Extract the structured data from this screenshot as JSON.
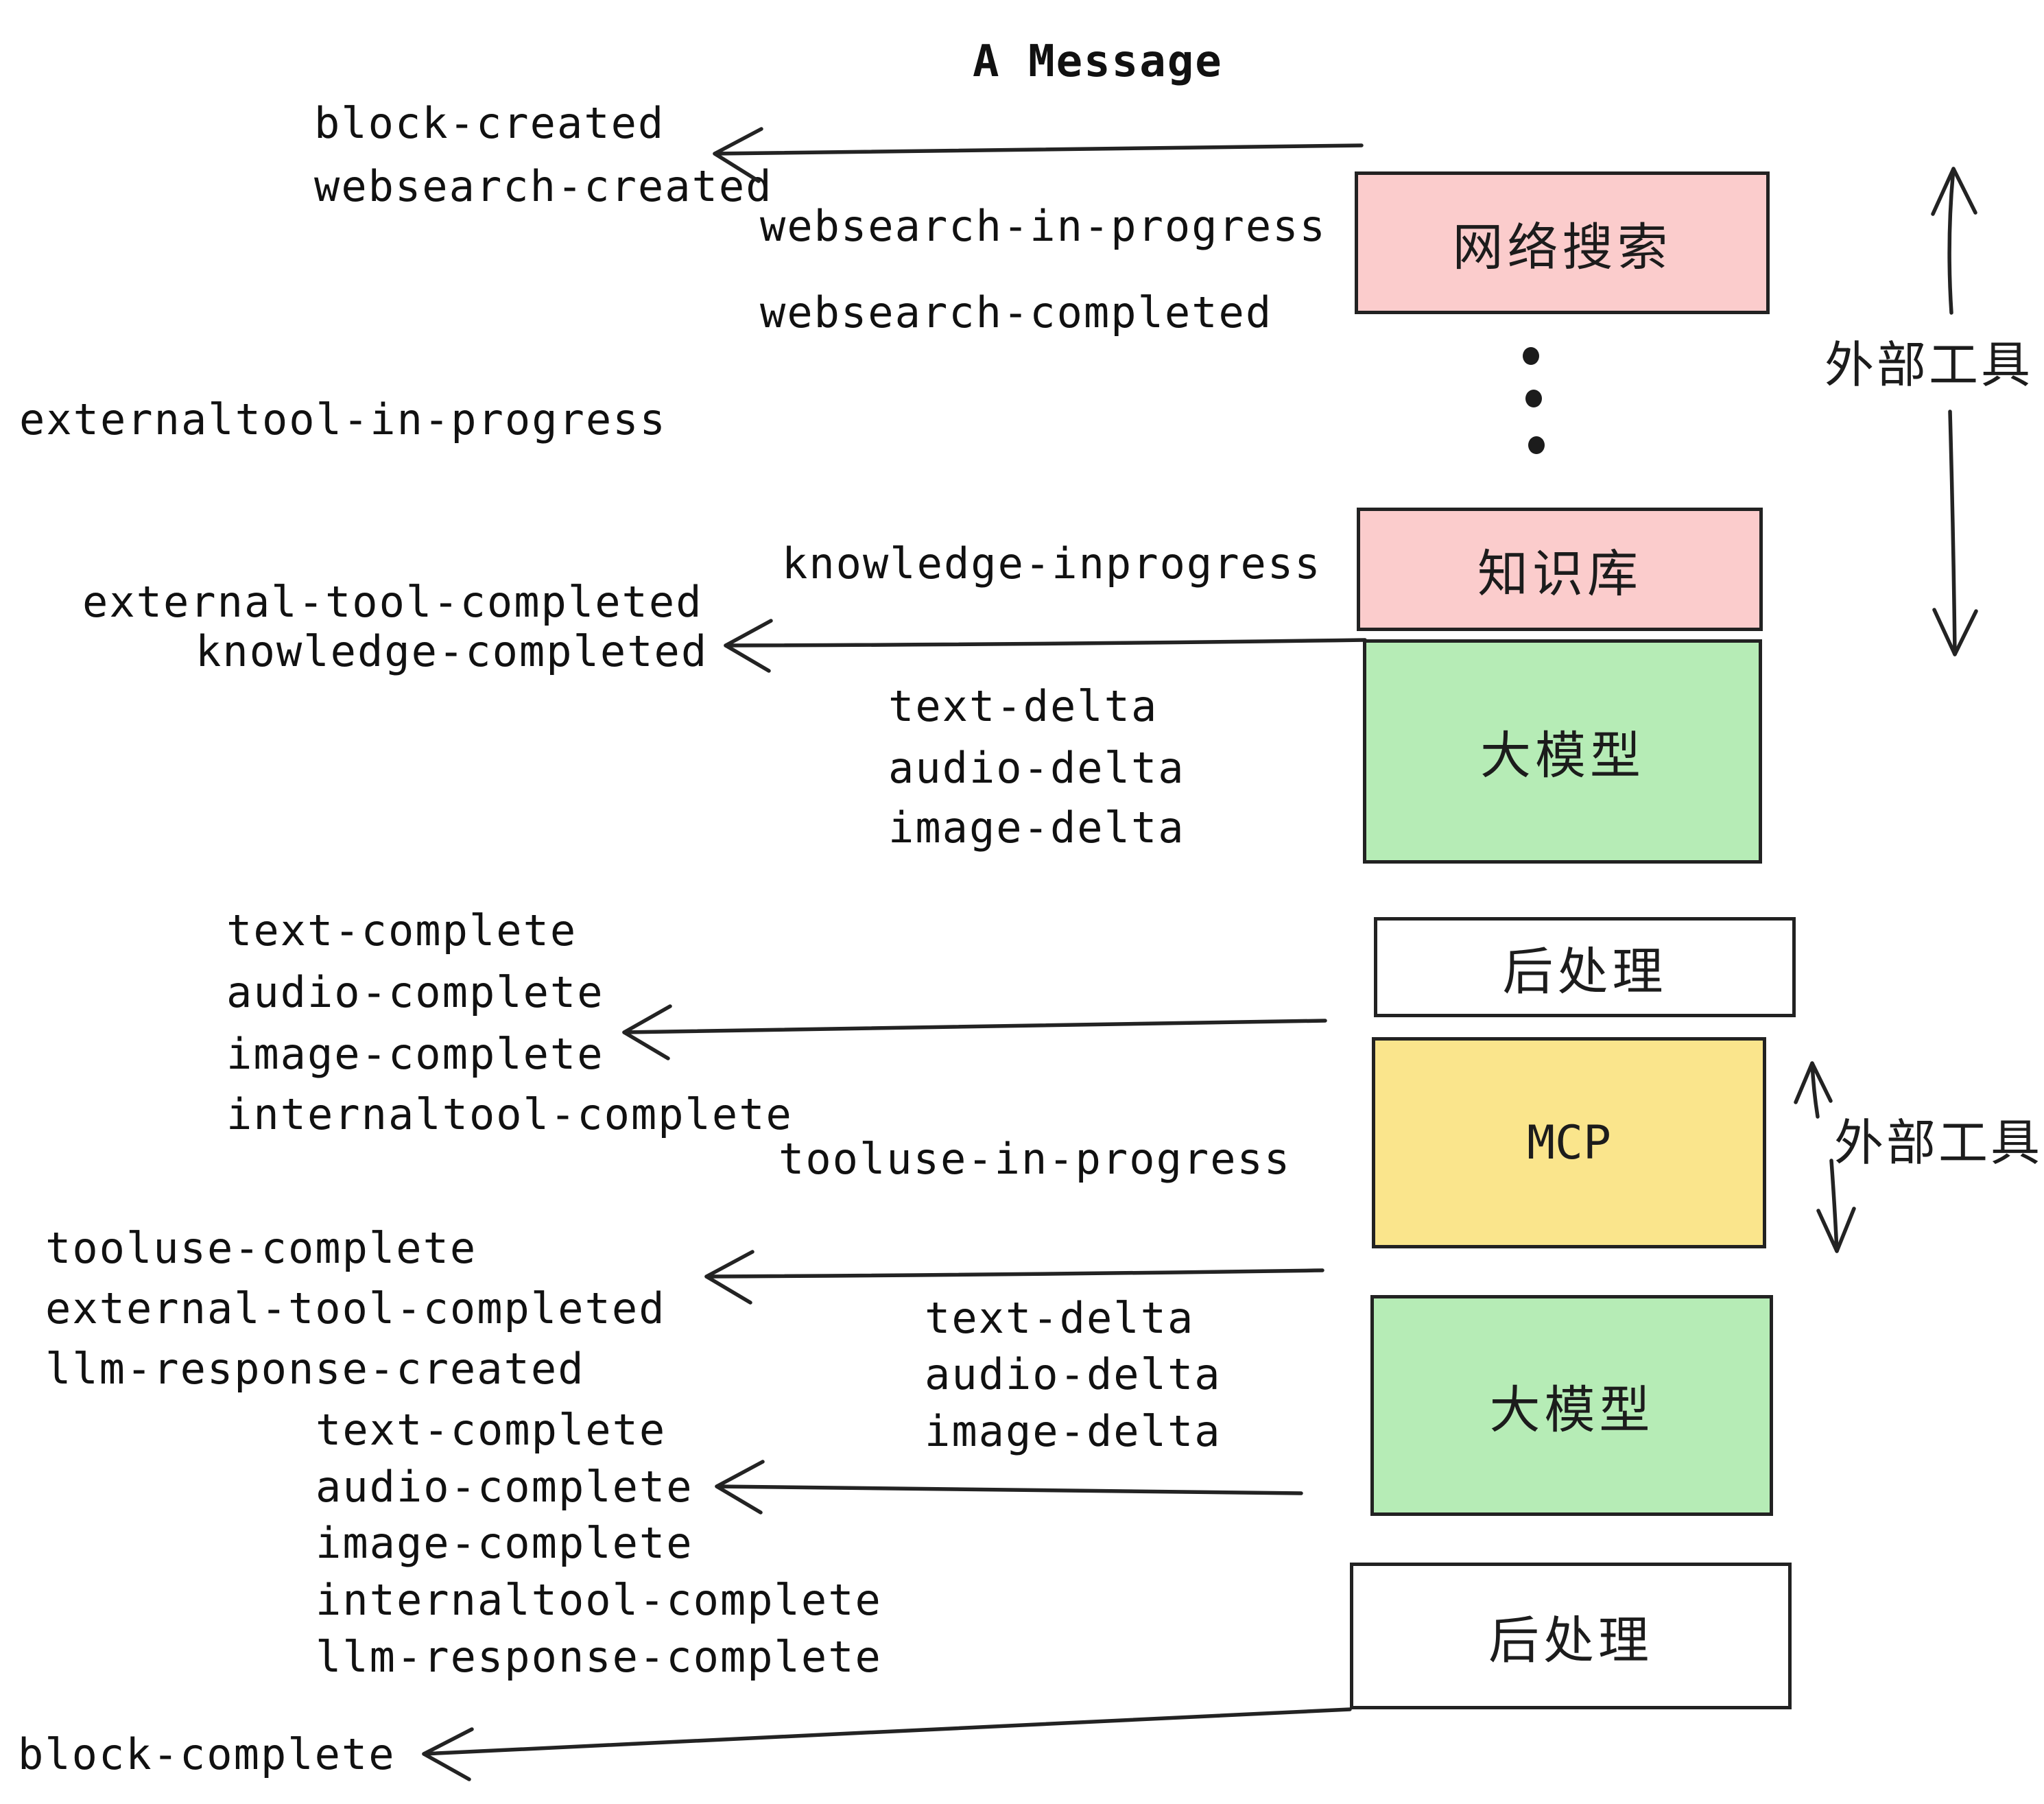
{
  "title": "A Message",
  "events": {
    "block_created": "block-created",
    "websearch_created": "websearch-created",
    "websearch_in_progress": "websearch-in-progress",
    "websearch_completed": "websearch-completed",
    "externaltool_in_progress": "externaltool-in-progress",
    "knowledge_inprogress": "knowledge-inprogress",
    "external_tool_completed": "external-tool-completed",
    "knowledge_completed": "knowledge-completed",
    "text_delta": "text-delta",
    "audio_delta": "audio-delta",
    "image_delta": "image-delta",
    "text_complete": "text-complete",
    "audio_complete": "audio-complete",
    "image_complete": "image-complete",
    "internaltool_complete": "internaltool-complete",
    "tooluse_in_progress": "tooluse-in-progress",
    "tooluse_complete": "tooluse-complete",
    "llm_response_created": "llm-response-created",
    "llm_response_complete": "llm-response-complete",
    "block_complete": "block-complete"
  },
  "boxes": {
    "websearch": "网络搜索",
    "knowledge": "知识库",
    "llm": "大模型",
    "post_process": "后处理",
    "mcp": "MCP"
  },
  "annotations": {
    "external_tools": "外部工具"
  },
  "colors": {
    "pink": "#fbcccc",
    "green": "#b6ecb6",
    "yellow": "#fae58c",
    "white": "#ffffff",
    "border": "#222222",
    "text": "#111111",
    "background": "#ffffff"
  }
}
